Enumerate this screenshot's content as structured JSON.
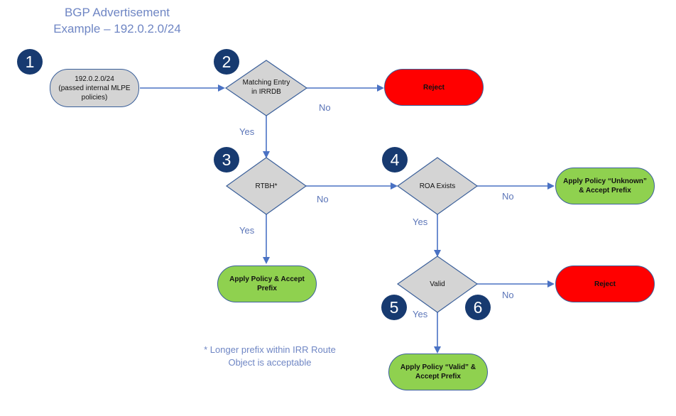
{
  "title": {
    "line1": "BGP Advertisement",
    "line2": "Example – 192.0.2.0/24"
  },
  "badges": [
    "1",
    "2",
    "3",
    "4",
    "5",
    "6"
  ],
  "nodes": {
    "start": {
      "line1": "192.0.2.0/24",
      "line2": "(passed internal MLPE",
      "line3": "policies)"
    },
    "irrdb": {
      "line1": "Matching Entry",
      "line2": "in IRRDB"
    },
    "reject_1": "Reject",
    "rtbh": "RTBH*",
    "roa": "ROA Exists",
    "unknown": {
      "line1": "Apply Policy “Unknown”",
      "line2": "& Accept Prefix"
    },
    "accept_rtbh": {
      "line1": "Apply Policy & Accept",
      "line2": "Prefix"
    },
    "valid": "Valid",
    "reject_2": "Reject",
    "accept_valid": {
      "line1": "Apply Policy “Valid” &",
      "line2": "Accept Prefix"
    }
  },
  "edge_labels": {
    "irrdb_no": "No",
    "irrdb_yes": "Yes",
    "rtbh_no": "No",
    "rtbh_yes": "Yes",
    "roa_no": "No",
    "roa_yes": "Yes",
    "valid_no": "No",
    "valid_yes": "Yes"
  },
  "footnote": {
    "line1": "* Longer prefix within IRR Route",
    "line2": "Object is acceptable"
  },
  "colors": {
    "badge": "#173a70",
    "arrow": "#4a72c4",
    "border": "#3a5f9a",
    "start_fill": "#d4d4d4",
    "decision_fill": "#d4d4d4",
    "reject_fill": "#ff0000",
    "accept_fill": "#8fd14f",
    "label_text": "#5b75b8"
  }
}
